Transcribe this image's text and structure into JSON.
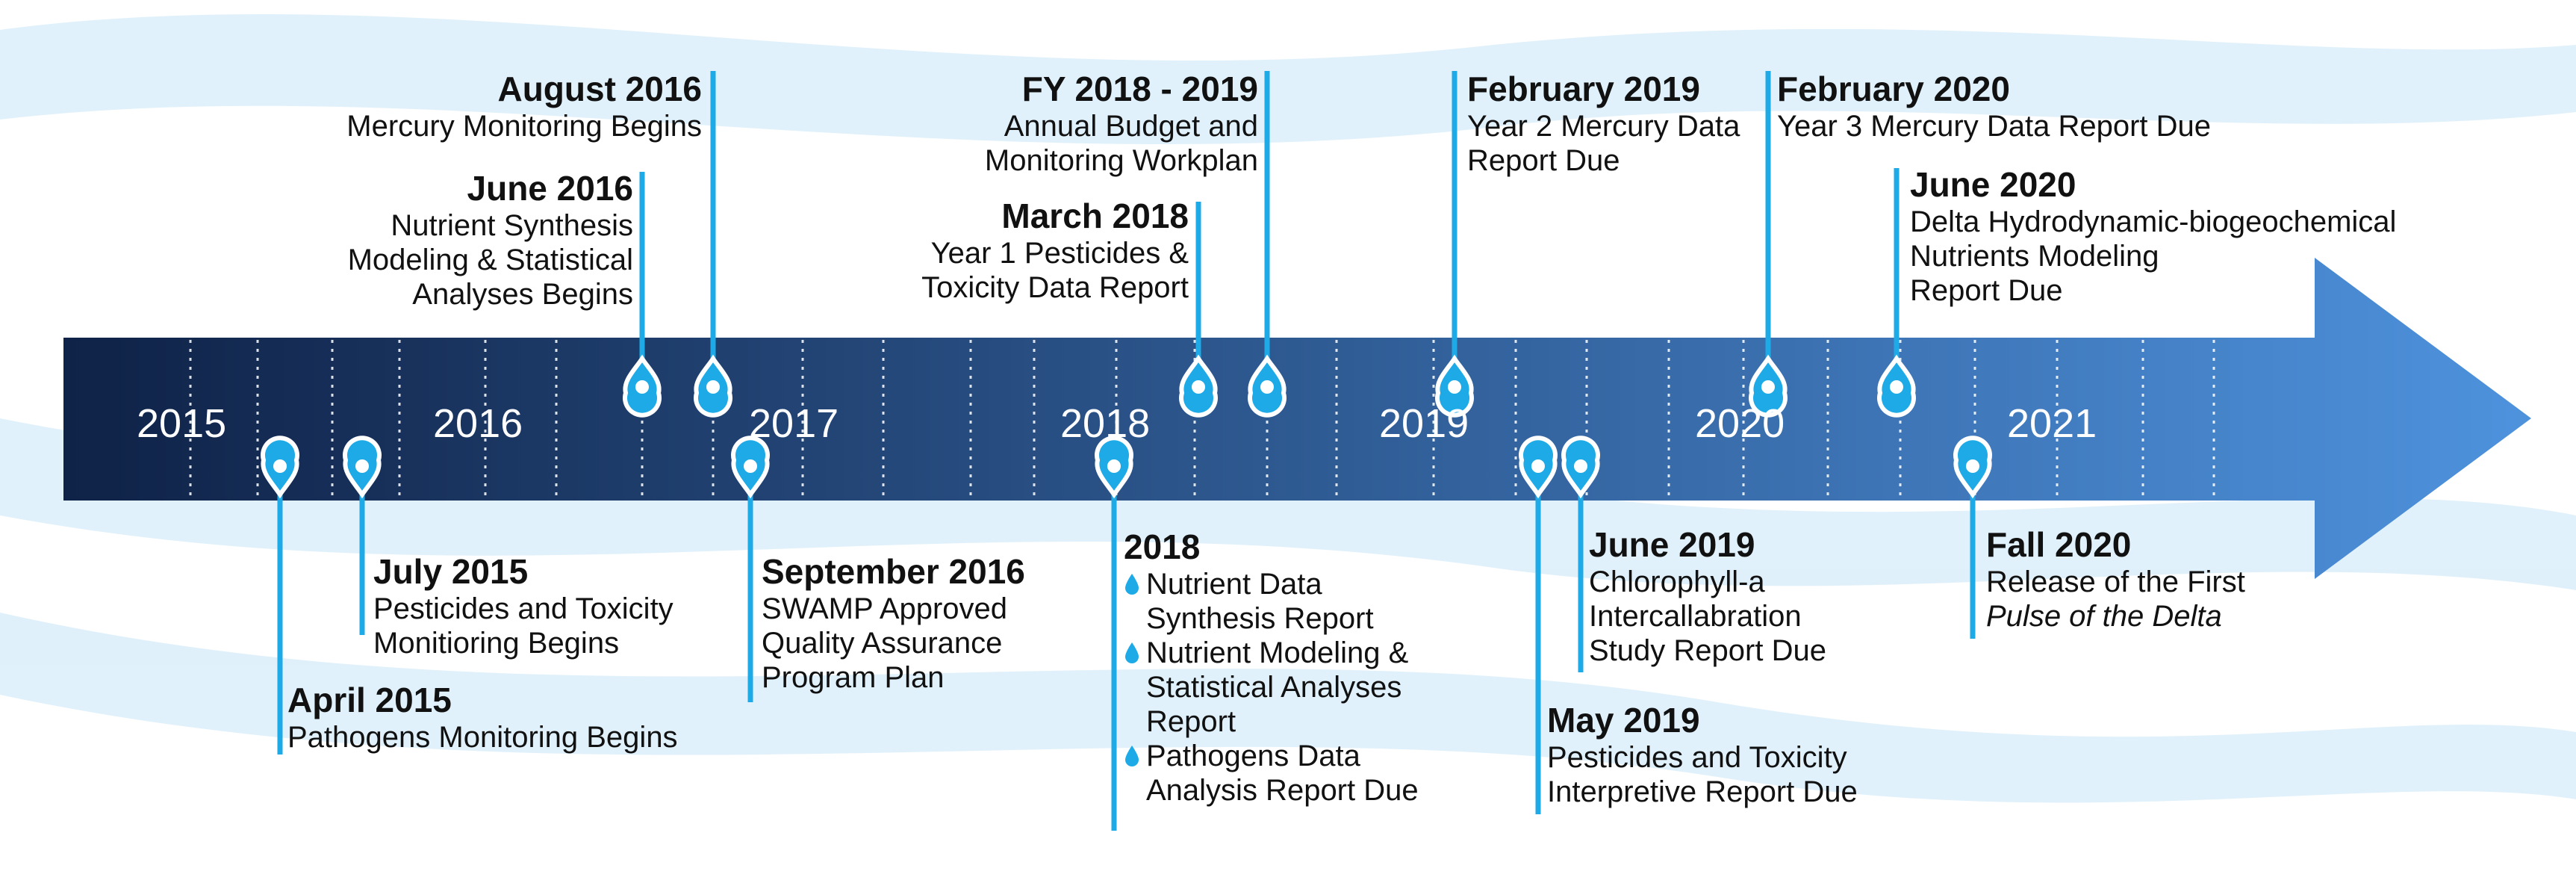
{
  "years": [
    "2015",
    "2016",
    "2017",
    "2018",
    "2019",
    "2020",
    "2021"
  ],
  "colors": {
    "arrow_dark": "#0f2247",
    "arrow_light": "#4e92dd",
    "marker": "#1eaae7",
    "swoosh": "#d6ecf9"
  },
  "events": {
    "aug2016": {
      "title": "August 2016",
      "lines": [
        "Mercury Monitoring Begins"
      ]
    },
    "jun2016": {
      "title": "June 2016",
      "lines": [
        "Nutrient Synthesis",
        "Modeling & Statistical",
        "Analyses Begins"
      ]
    },
    "fy2018": {
      "title": "FY 2018 - 2019",
      "lines": [
        "Annual Budget and",
        "Monitoring Workplan"
      ]
    },
    "mar2018": {
      "title": "March 2018",
      "lines": [
        "Year 1 Pesticides &",
        "Toxicity Data Report"
      ]
    },
    "feb2019": {
      "title": "February 2019",
      "lines": [
        "Year 2 Mercury Data",
        "Report Due"
      ]
    },
    "feb2020": {
      "title": "February 2020",
      "lines": [
        "Year 3 Mercury Data Report Due"
      ]
    },
    "jun2020": {
      "title": "June 2020",
      "lines": [
        "Delta Hydrodynamic-biogeochemical",
        "Nutrients Modeling",
        "Report Due"
      ]
    },
    "apr2015": {
      "title": "April 2015",
      "lines": [
        "Pathogens Monitoring Begins"
      ]
    },
    "jul2015": {
      "title": "July 2015",
      "lines": [
        "Pesticides  and Toxicity",
        "Monitioring Begins"
      ]
    },
    "sep2016": {
      "title": "September 2016",
      "lines": [
        "SWAMP Approved",
        "Quality Assurance",
        "Program Plan"
      ]
    },
    "y2018": {
      "title": "2018",
      "items": [
        [
          "Nutrient Data",
          "Synthesis Report"
        ],
        [
          "Nutrient Modeling &",
          "Statistical Analyses",
          "Report"
        ],
        [
          "Pathogens Data",
          "Analysis Report Due"
        ]
      ]
    },
    "may2019": {
      "title": "May 2019",
      "lines": [
        "Pesticides and Toxicity",
        "Interpretive Report Due"
      ]
    },
    "jun2019": {
      "title": "June 2019",
      "lines": [
        "Chlorophyll-a",
        "Intercallabration",
        "Study Report Due"
      ]
    },
    "fall2020": {
      "title": "Fall 2020",
      "lines": [
        "Release of the First"
      ],
      "italic_line": "Pulse of the Delta"
    }
  }
}
